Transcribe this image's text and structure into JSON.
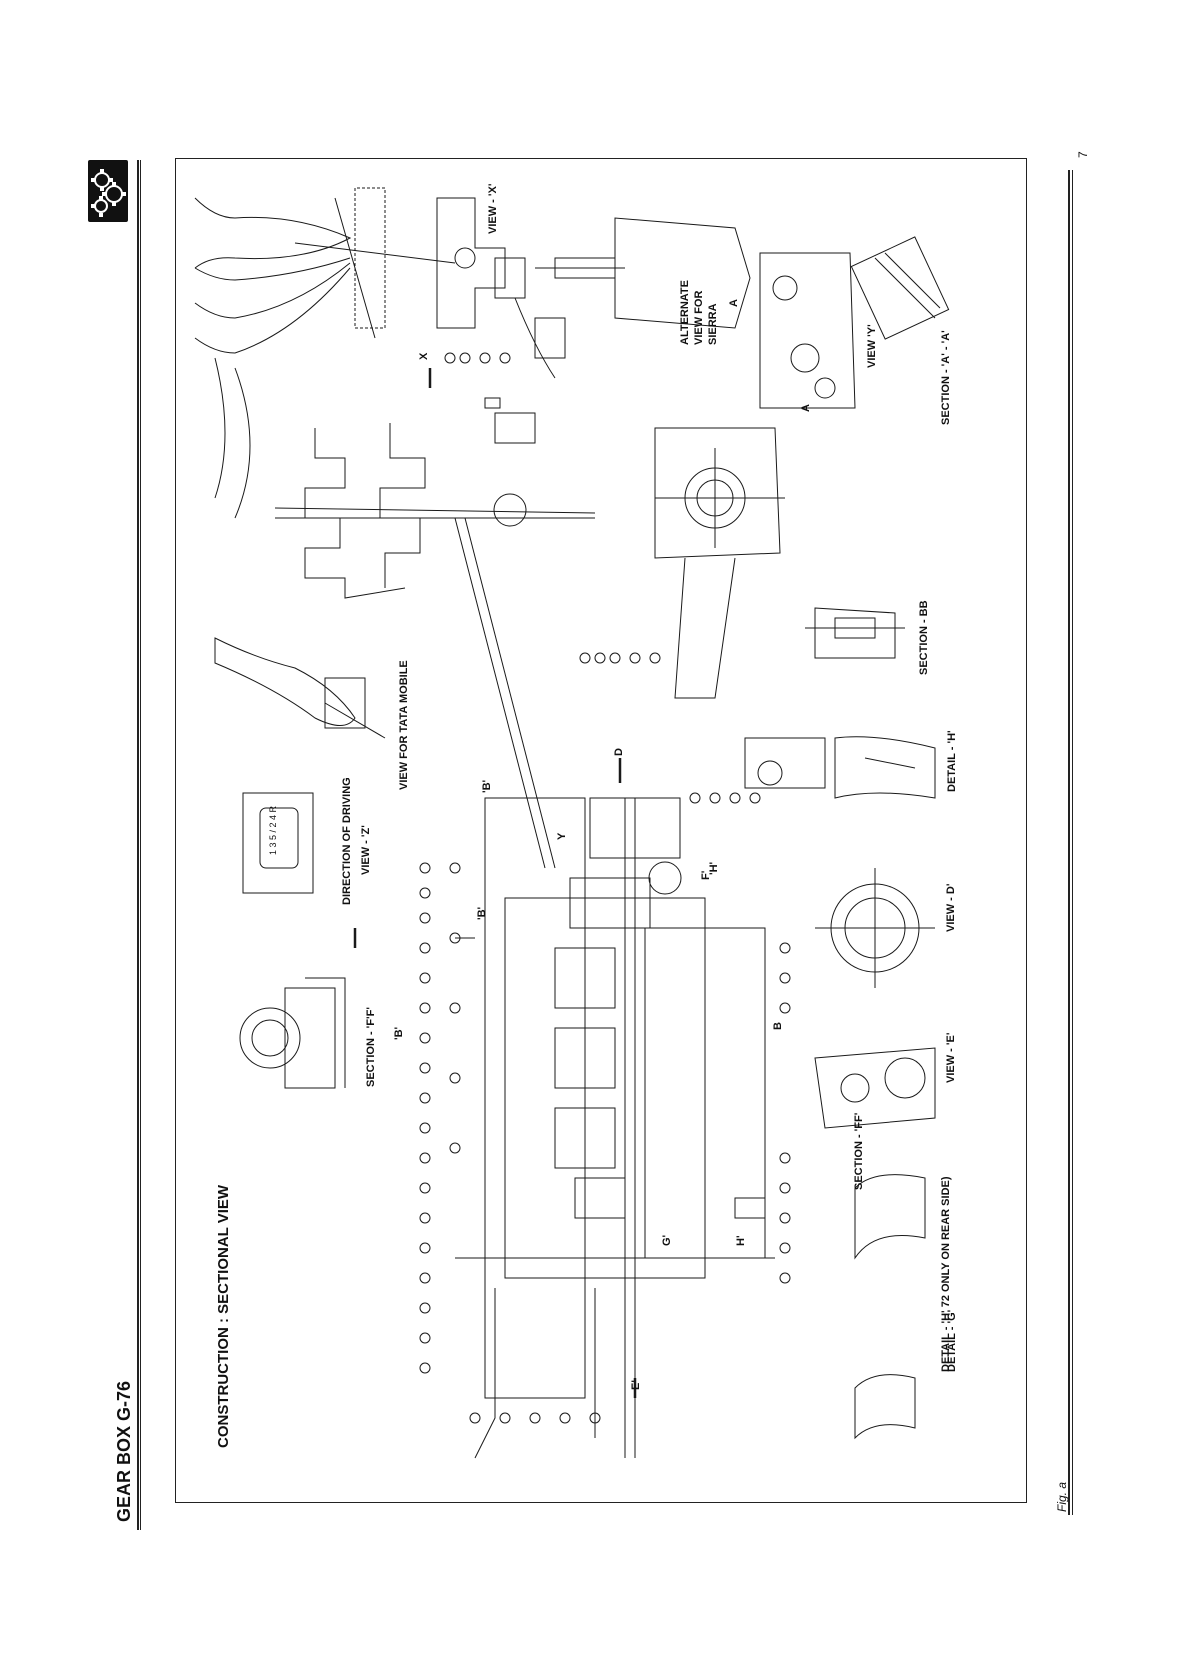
{
  "header": {
    "title": "GEAR BOX G-76",
    "page_number": "7",
    "figure_label": "Fig. a"
  },
  "diagram": {
    "title": "CONSTRUCTION : SECTIONAL VIEW",
    "labels": {
      "view_x": "VIEW - 'X'",
      "alternate_view": [
        "ALTERNATE",
        "VIEW FOR",
        "SIERRA"
      ],
      "view_y": "VIEW 'Y'",
      "section_aa": "SECTION - 'A' - 'A'",
      "section_bb": "SECTION - BB",
      "detail_h": "DETAIL - 'H'",
      "view_tata_mobile": "VIEW FOR TATA MOBILE",
      "direction_of_driving": "DIRECTION OF DRIVING",
      "view_z": "VIEW - 'Z'",
      "section_f": "SECTION - 'F'F'",
      "view_d": "VIEW - D'",
      "view_e": "VIEW - 'E'",
      "section_ff": "SECTION - 'FF'",
      "detail_h72": "DETAIL - 'H' 72 ONLY ON REAR SIDE)",
      "detail_g": "DETAIL - 'G'",
      "marker_x": "X",
      "marker_d": "D",
      "marker_b1": "'B'",
      "marker_b2": "'B'",
      "marker_b3": "'B'",
      "marker_y": "Y",
      "marker_e": "E'",
      "marker_g": "G'",
      "marker_h1": "H'",
      "marker_h2": "'H'",
      "marker_f": "F'",
      "marker_a1": "A",
      "marker_a2": "A",
      "marker_b_small": "B"
    },
    "shift_pattern": "1 3 5 / 2 4 R"
  },
  "colors": {
    "ink": "#1a1a1a",
    "paper": "#ffffff"
  }
}
